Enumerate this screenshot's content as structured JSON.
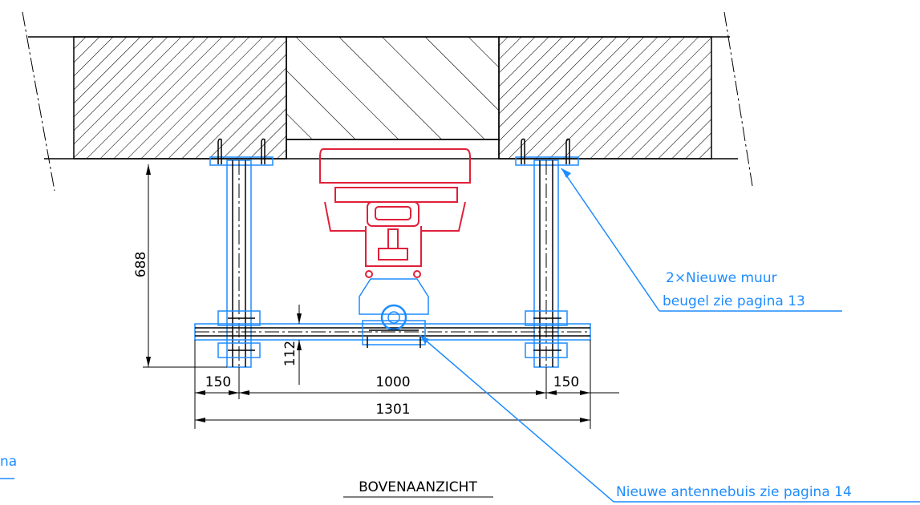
{
  "colors": {
    "line": "#000000",
    "bracket": "#1e8cff",
    "device": "#e0203a",
    "background": "#ffffff"
  },
  "dimensions": {
    "vertical_688": "688",
    "vertical_112": "112",
    "left_150": "150",
    "right_150": "150",
    "span_1000": "1000",
    "total_1301": "1301"
  },
  "notes": {
    "wall_bracket_line1": "2×Nieuwe muur",
    "wall_bracket_line2": "beugel zie pagina 13",
    "antenna_tube": "Nieuwe antennebuis zie pagina 14",
    "cut_left": "na"
  },
  "view_title": "BOVENAANZICHT"
}
